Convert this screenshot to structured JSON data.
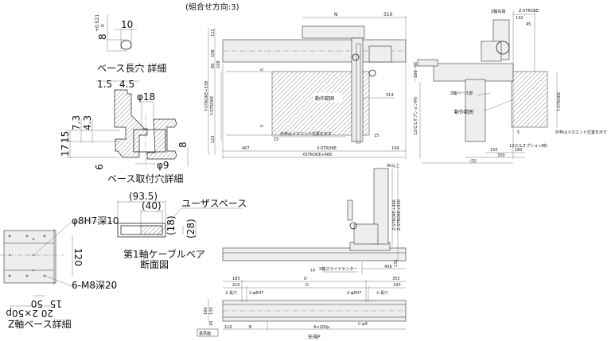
{
  "title": "(組合せ方向:3)",
  "base_slot_detail": {
    "title": "ベース長穴 詳細",
    "dim_height": "8",
    "dim_tolerance_upper": "+0.021",
    "dim_tolerance_lower": "0",
    "dim_width": "10"
  },
  "base_mount_detail": {
    "title": "ベース取付穴詳細",
    "dims": {
      "a": "1.5",
      "b": "4.5",
      "phi18": "φ18",
      "d73": "7.3",
      "d43": "4.3",
      "d17": "17",
      "d15": "15",
      "d8": "8",
      "d6": "6",
      "phi9": "φ9"
    }
  },
  "cable_bear": {
    "title_line1": "第1軸ケーブルベア",
    "title_line2": "断面図",
    "width_outer": "(93.5)",
    "width_inner": "(40)",
    "user_space": "ユーザスペース",
    "height_inner": "(18)",
    "height_outer": "(28)"
  },
  "z_base_detail": {
    "title": "Z軸ベース詳細",
    "pin_hole": "φ8H7深10",
    "tap_hole": "6-M8深20",
    "dim_120": "120",
    "dim_50": "50",
    "dim_15": "15",
    "dim_pitch": "20 2×50p"
  },
  "top_view": {
    "dim_N": "N",
    "dim_310": "310",
    "dim_122": "122",
    "dim_108a": "108",
    "dim_66": "66",
    "dim_108b": "108",
    "dim_123": "123",
    "y_stroke_539": "Y-STROKE+539",
    "y_stroke": "Y-STROKE",
    "dim_5a": "5",
    "dim_5b": "5",
    "motion_range": "動作範囲",
    "dim_314": "314",
    "outer_frame_note": "外枠はメカエンド位置を示す",
    "dim_15a": "15",
    "dim_15b": "15",
    "dim_467": "467",
    "x_stroke": "X-STROKE",
    "dim_199": "199",
    "x_stroke_666": "XSTROKE+666"
  },
  "side_view": {
    "z_tip": "Z軸先端",
    "z_stroke": "Z-STROKE",
    "dim_132": "132",
    "dim_45": "45",
    "dim_65": "65",
    "dim_150": "150",
    "z_base_part": "Z軸ベース部",
    "motion_range": "動作範囲",
    "y_stroke": "Y-STROKE",
    "outer_frame_note": "外枠はメカエンド位置を示す",
    "cl_option_v": "12(C/Lオプション時)",
    "cl_option_h": "12(C/Lオプション時)",
    "dim_5": "5",
    "dim_150b": "150",
    "dim_180": "180",
    "dim_330": "330",
    "dim_Q": "(Q)"
  },
  "front_view": {
    "dim_40": "40以上",
    "z_stroke_466": "Z-STROKE+466",
    "z_stroke_540": "Z-STROKE+540",
    "dim_132": "132",
    "dim_409": "409",
    "arrow_p": "↑P",
    "slide_center": "X軸スライドセンター"
  },
  "bottom_view": {
    "dim_185": "185",
    "dim_210": "210",
    "dim_D1": "D",
    "dim_D2": "D",
    "dim_355": "355",
    "dim_330": "330",
    "slot_left": "2-長穴",
    "pin_left": "2-φ8H7",
    "pin_right": "2-φ8H7",
    "slot_right": "2-長穴",
    "dim_186": "186",
    "dim_130": "130",
    "dim_20": "20",
    "datum": "基準面",
    "dim_110": "110",
    "dim_B": "B",
    "dim_A": "A×200p",
    "dim_C": "C-φ9",
    "view_label": "矢視P"
  }
}
